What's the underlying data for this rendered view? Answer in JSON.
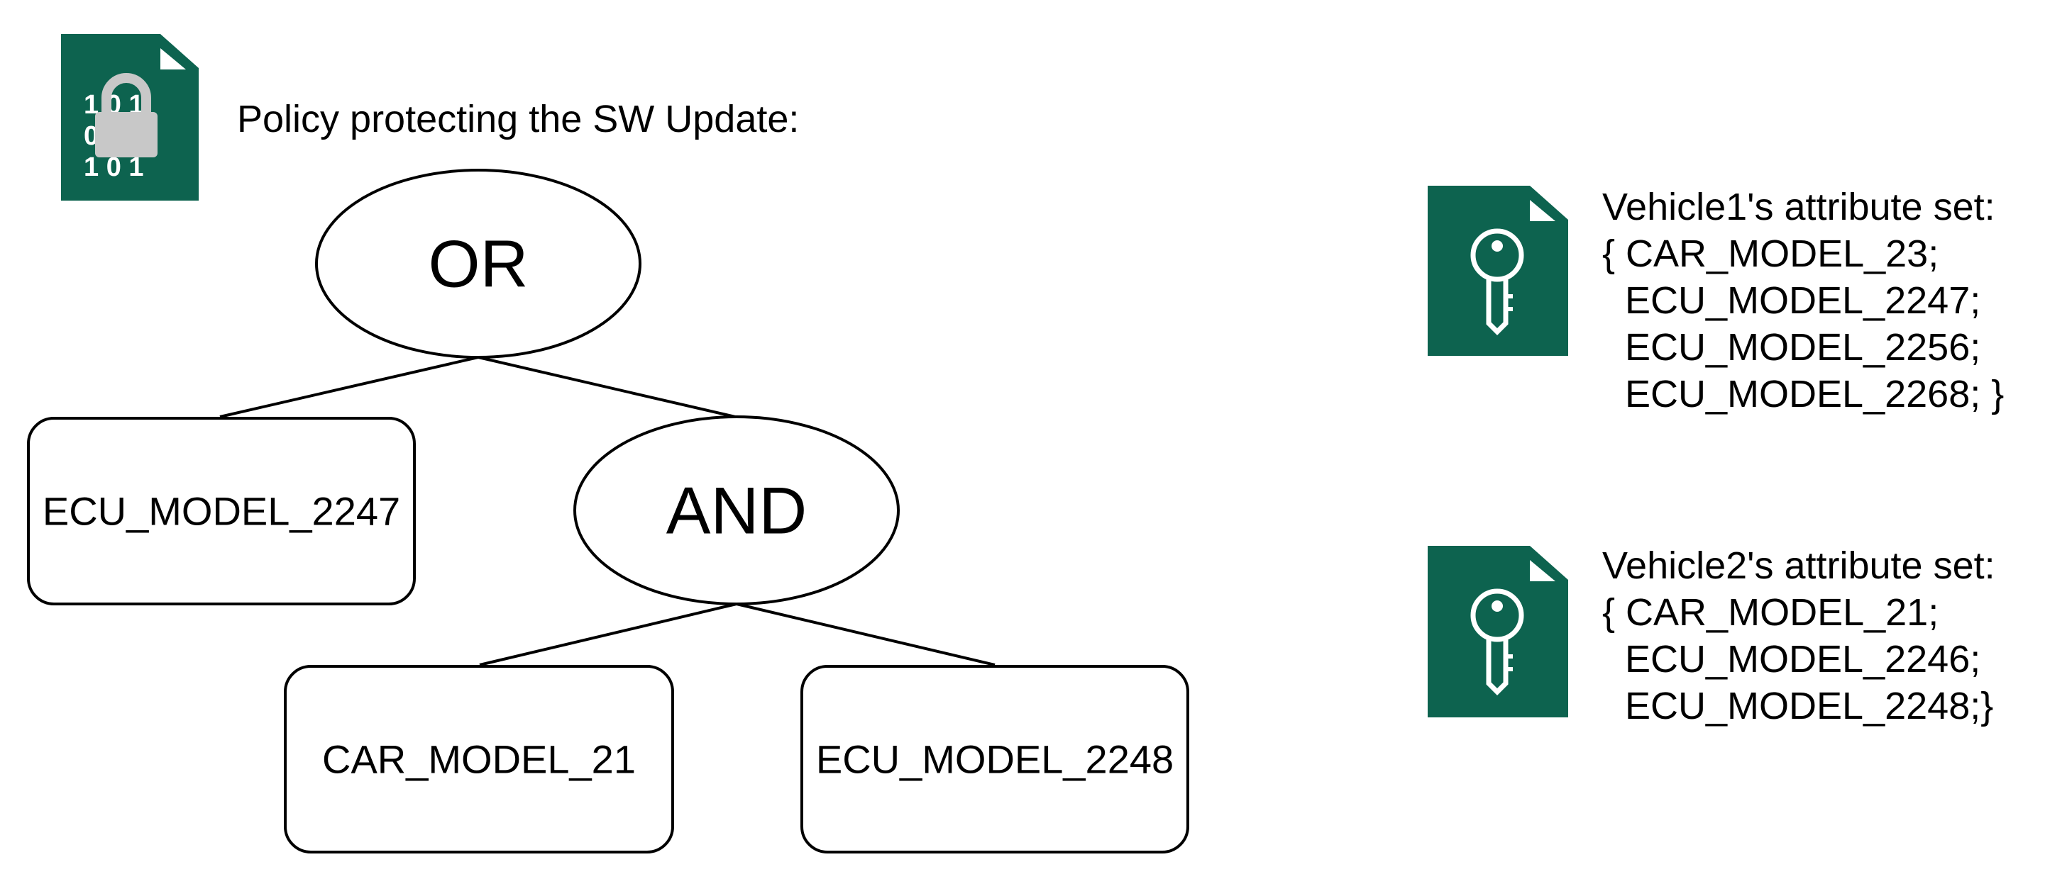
{
  "policy": {
    "title": "Policy protecting the SW Update:",
    "file_icon": "encrypted-file-icon",
    "binary_rows": [
      "1 0 1",
      "0",
      "1 0 1"
    ]
  },
  "tree": {
    "root": "OR",
    "left_leaf": "ECU_MODEL_2247",
    "and_node": "AND",
    "and_left_leaf": "CAR_MODEL_21",
    "and_right_leaf": "ECU_MODEL_2248"
  },
  "vehicles": [
    {
      "icon": "key-file-icon",
      "heading": "Vehicle1's attribute set:",
      "lines": [
        "{ CAR_MODEL_23;",
        "ECU_MODEL_2247;",
        "ECU_MODEL_2256;",
        "ECU_MODEL_2268; }"
      ]
    },
    {
      "icon": "key-file-icon",
      "heading": "Vehicle2's attribute set:",
      "lines": [
        "{ CAR_MODEL_21;",
        "ECU_MODEL_2246;",
        "ECU_MODEL_2248;}"
      ]
    }
  ],
  "colors": {
    "icon_green": "#0d634f",
    "lock_gray": "#c8c8c8"
  }
}
